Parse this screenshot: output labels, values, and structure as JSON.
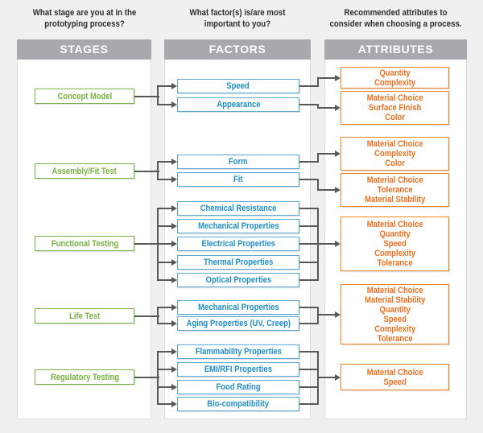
{
  "questions": [
    "What stage are you at in the\nprototyping process?",
    "What factor(s) is/are most\nimportant to you?",
    "Recommended attributes to\nconsider when choosing a process."
  ],
  "column_headers": [
    "STAGES",
    "FACTORS",
    "ATTRIBUTES"
  ],
  "colors": {
    "stage_green": "#78b241",
    "factor_blue_text": "#1f8ec9",
    "factor_blue_border": "#55a8d8",
    "attribute_orange_text": "#ee6f20",
    "attribute_orange_border": "#f0831f",
    "header_gray": "#a7a9ac",
    "connector_gray": "#57585a",
    "background": "#f0f0f1"
  },
  "groups": [
    {
      "stage": "Concept Model",
      "factors": [
        "Speed",
        "Appearance"
      ],
      "attributes": [
        [
          "Quantity",
          "Complexity"
        ],
        [
          "Material Choice",
          "Surface Finish",
          "Color"
        ]
      ]
    },
    {
      "stage": "Assembly/Fit Test",
      "factors": [
        "Form",
        "Fit"
      ],
      "attributes": [
        [
          "Material Choice",
          "Complexity",
          "Color"
        ],
        [
          "Material Choice",
          "Tolerance",
          "Material Stability"
        ]
      ]
    },
    {
      "stage": "Functional Testing",
      "factors": [
        "Chemical Resistance",
        "Mechanical Properties",
        "Electrical Properties",
        "Thermal Properties",
        "Optical Properties"
      ],
      "attributes": [
        [
          "Material Choice",
          "Quantity",
          "Speed",
          "Complexity",
          "Tolerance"
        ]
      ]
    },
    {
      "stage": "Life Test",
      "factors": [
        "Mechanical Properties",
        "Aging Properties (UV, Creep)"
      ],
      "attributes": [
        [
          "Material Choice",
          "Material Stability",
          "Quantity",
          "Speed",
          "Complexity",
          "Tolerance"
        ]
      ]
    },
    {
      "stage": "Regulatory Testing",
      "factors": [
        "Flammability Properties",
        "EMI/RFI Properties",
        "Food Rating",
        "Bio-compatibility"
      ],
      "attributes": [
        [
          "Material Choice",
          "Speed"
        ]
      ]
    }
  ]
}
